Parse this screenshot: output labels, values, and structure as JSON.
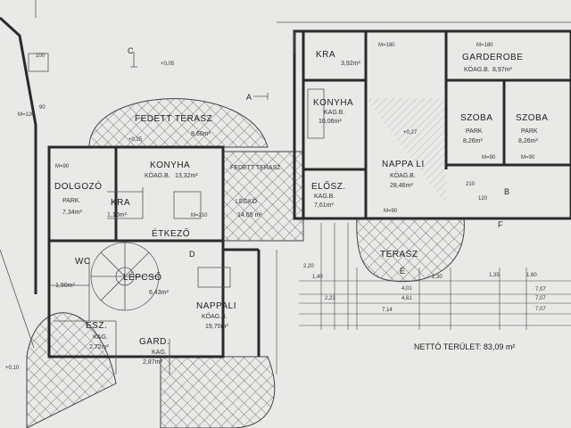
{
  "rooms": {
    "kra_top": {
      "name": "KRA",
      "area": "3,92m²"
    },
    "konyha_right": {
      "name": "KONYHA",
      "floor": "KAG.B.",
      "area": "10,06m²"
    },
    "garderobe": {
      "name": "GARDEROBE",
      "floor": "KÖAG.B.",
      "area": "8,97m²"
    },
    "szoba1": {
      "name": "SZOBA",
      "floor": "PARK",
      "area": "8,26m²"
    },
    "szoba2": {
      "name": "SZOBA",
      "floor": "PARK",
      "area": "8,26m²"
    },
    "nappali_right": {
      "name": "NAPPA LI",
      "floor": "KÖAG.B.",
      "area": "28,46m²"
    },
    "elosz": {
      "name": "ELŐSZ.",
      "floor": "KAG.B.",
      "area": "7,61m²"
    },
    "fedett_terasz_top": {
      "name": "FEDETT TERASZ",
      "area": "8,60m²"
    },
    "fedett_terasz_mid": {
      "name": "FEDETT TERASZ",
      "floor": "LÉGKÖ",
      "area": "14,65 m²"
    },
    "dolgozo": {
      "name": "DOLGOZÓ",
      "floor": "PARK.",
      "area": "7,34m²"
    },
    "kra_left": {
      "name": "KRA",
      "area": "1,10m²"
    },
    "konyha_left": {
      "name": "KONYHA",
      "floor": "KÖAG.B.",
      "area": "13,32m²"
    },
    "etkezo": {
      "name": "ÉTKEZŐ"
    },
    "wc": {
      "name": "WC",
      "area": "1,90m²"
    },
    "lepcso": {
      "name": "LÉPCSŐ",
      "area": "6,43m²"
    },
    "nappali_left": {
      "name": "NAPPALI",
      "floor": "KŐAG.B.",
      "area": "19,70m²"
    },
    "esz": {
      "name": "ESZ.",
      "floor": "KAG.",
      "area": "2,72m²"
    },
    "gard": {
      "name": "GARD.",
      "floor": "KAG.",
      "area": "2,87m²"
    },
    "terasz": {
      "name": "TERASZ"
    }
  },
  "netto": "NETTÓ TERÜLET: 83,09 m²",
  "section_marks": {
    "a": "A",
    "b": "B",
    "c": "C",
    "d": "D",
    "e": "E",
    "f": "F"
  },
  "levels": {
    "l1": "+0,05",
    "l2": "+0,25",
    "l3": "+0,27",
    "l4": "+0,10"
  },
  "dims": {
    "m90": "M=90",
    "m180": "M=180",
    "m210": "M=210",
    "m120": "M=120",
    "d100": "100",
    "d90": "90",
    "d120": "120",
    "d210": "210",
    "d160": "1,60",
    "d135": "1,35",
    "d230": "2,30",
    "d401": "4,01",
    "d461": "4,61",
    "d714": "7,14",
    "d707": "7,07",
    "d223": "2,23",
    "d140": "1,40",
    "d220": "2,20"
  },
  "colors": {
    "paper": "#e9e9e7",
    "ink": "#2a2a2a"
  }
}
